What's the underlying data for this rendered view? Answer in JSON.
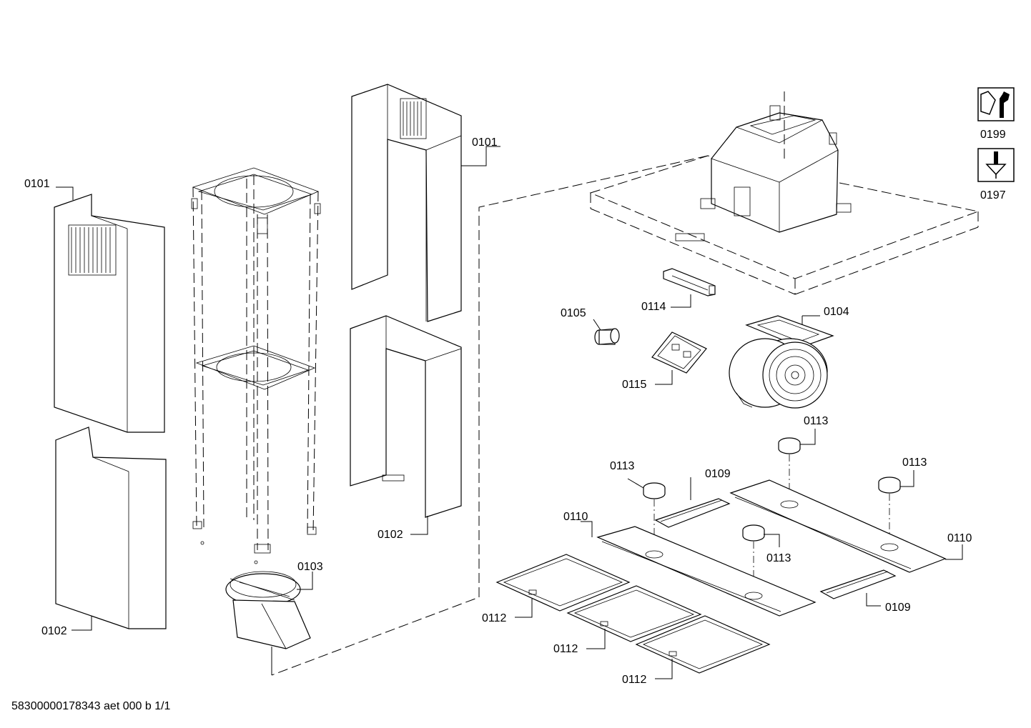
{
  "labels": {
    "l0101a": "0101",
    "l0101b": "0101",
    "l0102a": "0102",
    "l0102b": "0102",
    "l0103": "0103",
    "l0104": "0104",
    "l0105": "0105",
    "l0109a": "0109",
    "l0109b": "0109",
    "l0110a": "0110",
    "l0110b": "0110",
    "l0112a": "0112",
    "l0112b": "0112",
    "l0112c": "0112",
    "l0113a": "0113",
    "l0113b": "0113",
    "l0113c": "0113",
    "l0113d": "0113",
    "l0114": "0114",
    "l0115": "0115",
    "l0199": "0199",
    "l0197": "0197"
  },
  "footer": {
    "doc_code": "58300000178343 aet 000 b 1/1"
  },
  "icons": {
    "tool": "wrench-icon",
    "screw": "screwdriver-icon"
  }
}
